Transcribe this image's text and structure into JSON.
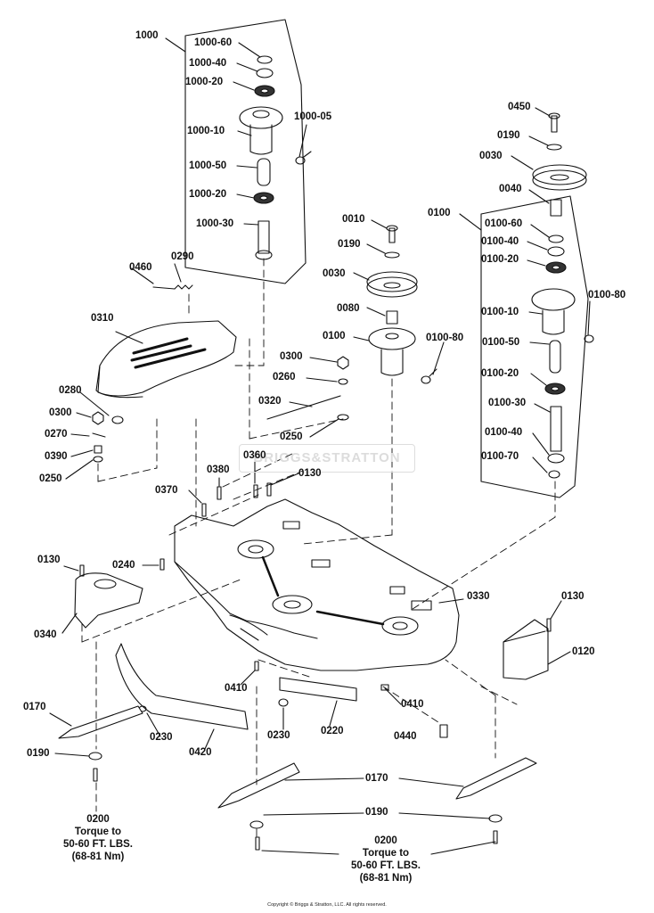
{
  "parts": {
    "p1000": "1000",
    "p1000_60": "1000-60",
    "p1000_40": "1000-40",
    "p1000_20a": "1000-20",
    "p1000_10": "1000-10",
    "p1000_05": "1000-05",
    "p1000_50": "1000-50",
    "p1000_20b": "1000-20",
    "p1000_30": "1000-30",
    "p0450": "0450",
    "p0190_top_right": "0190",
    "p0030_right": "0030",
    "p0040": "0040",
    "p0100_right": "0100",
    "p0100_60": "0100-60",
    "p0100_40a": "0100-40",
    "p0100_20a": "0100-20",
    "p0100_80_right": "0100-80",
    "p0100_10": "0100-10",
    "p0100_50": "0100-50",
    "p0100_20b": "0100-20",
    "p0100_30": "0100-30",
    "p0100_40b": "0100-40",
    "p0100_70": "0100-70",
    "p0010": "0010",
    "p0190_center": "0190",
    "p0030_center": "0030",
    "p0080": "0080",
    "p0100_center": "0100",
    "p0100_80_center": "0100-80",
    "p0460": "0460",
    "p0290": "0290",
    "p0310": "0310",
    "p0300_right": "0300",
    "p0260": "0260",
    "p0320": "0320",
    "p0250_right": "0250",
    "p0280": "0280",
    "p0300_left": "0300",
    "p0270": "0270",
    "p0390": "0390",
    "p0250_left": "0250",
    "p0380": "0380",
    "p0360": "0360",
    "p0130_top": "0130",
    "p0370": "0370",
    "p0130_left": "0130",
    "p0240": "0240",
    "p0340": "0340",
    "p0330": "0330",
    "p0130_right": "0130",
    "p0120": "0120",
    "p0410_left": "0410",
    "p0410_right": "0410",
    "p0170_left": "0170",
    "p0230_left": "0230",
    "p0420": "0420",
    "p0230_center": "0230",
    "p0220": "0220",
    "p0440": "0440",
    "p0190_left": "0190",
    "p0170_center": "0170",
    "p0190_bottom": "0190"
  },
  "torque_left": {
    "part": "0200",
    "line1": "Torque to",
    "line2": "50-60 FT. LBS.",
    "line3": "(68-81 Nm)"
  },
  "torque_right": {
    "part": "0200",
    "line1": "Torque to",
    "line2": "50-60 FT. LBS.",
    "line3": "(68-81 Nm)"
  },
  "watermark": "BRIGGS&STRATTON",
  "copyright": "Copyright © Briggs & Stratton, LLC. All rights reserved."
}
